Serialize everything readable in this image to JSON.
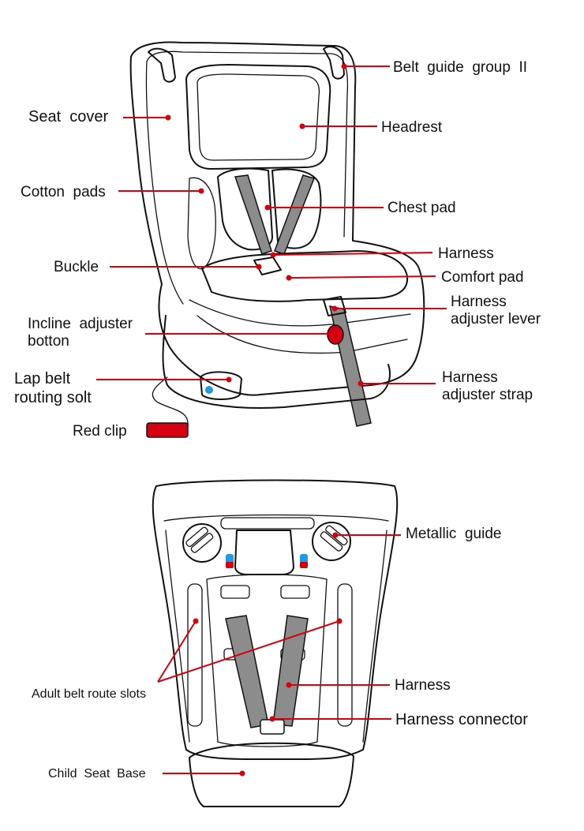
{
  "top_diagram": {
    "labels": {
      "belt_guide_group_ii": "Belt  guide  group  II",
      "seat_cover": "Seat  cover",
      "headrest": "Headrest",
      "cotton_pads": "Cotton  pads",
      "chest_pad": "Chest pad",
      "harness": "Harness",
      "buckle": "Buckle",
      "comfort_pad": "Comfort pad",
      "harness_adjuster_lever_1": "Harness",
      "harness_adjuster_lever_2": "adjuster lever",
      "incline_adjuster_1": "Incline  adjuster",
      "incline_adjuster_2": "botton",
      "lap_belt_1": "Lap belt",
      "lap_belt_2": "routing solt",
      "harness_adjuster_strap_1": "Harness",
      "harness_adjuster_strap_2": "adjuster strap",
      "red_clip": "Red clip"
    }
  },
  "bottom_diagram": {
    "labels": {
      "metallic_guide": "Metallic  guide",
      "adult_belt_route_slots": "Adult belt route slots",
      "harness": "Harness",
      "harness_connector": "Harness connector",
      "child_seat_base": "Child  Seat  Base"
    }
  },
  "colors": {
    "leader": "#d6000f",
    "outline": "#111111",
    "strap": "#8c8c8c",
    "clip": "#d6000f",
    "button_blue": "#1e9be6"
  }
}
